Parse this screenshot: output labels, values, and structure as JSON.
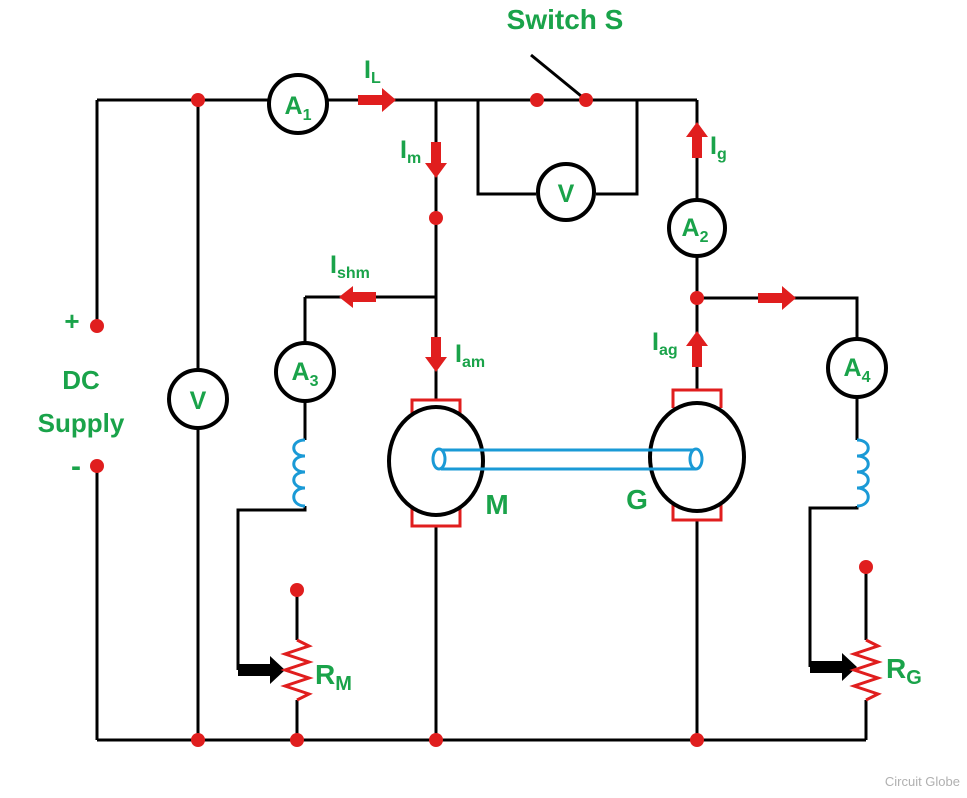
{
  "labels": {
    "switch": "Switch S",
    "il": "I",
    "il_sub": "L",
    "im": "I",
    "im_sub": "m",
    "ig": "I",
    "ig_sub": "g",
    "ishm": "I",
    "ishm_sub": "shm",
    "iam": "I",
    "iam_sub": "am",
    "iag": "I",
    "iag_sub": "ag",
    "plus": "+",
    "minus": "-",
    "dc": "DC",
    "supply": "Supply",
    "motor": "M",
    "generator": "G",
    "rm": "R",
    "rm_sub": "M",
    "rg": "R",
    "rg_sub": "G",
    "watermark": "Circuit Globe"
  },
  "meters": {
    "a1": "A",
    "a1_sub": "1",
    "a2": "A",
    "a2_sub": "2",
    "a3": "A",
    "a3_sub": "3",
    "a4": "A",
    "a4_sub": "4",
    "v_supply": "V",
    "v_switch": "V"
  },
  "colors": {
    "wire": "#000000",
    "node": "#e01e1e",
    "arrow": "#e01e1e",
    "label": "#1aa34a",
    "coil": "#1a9ad6",
    "resistor": "#e01e1e"
  }
}
